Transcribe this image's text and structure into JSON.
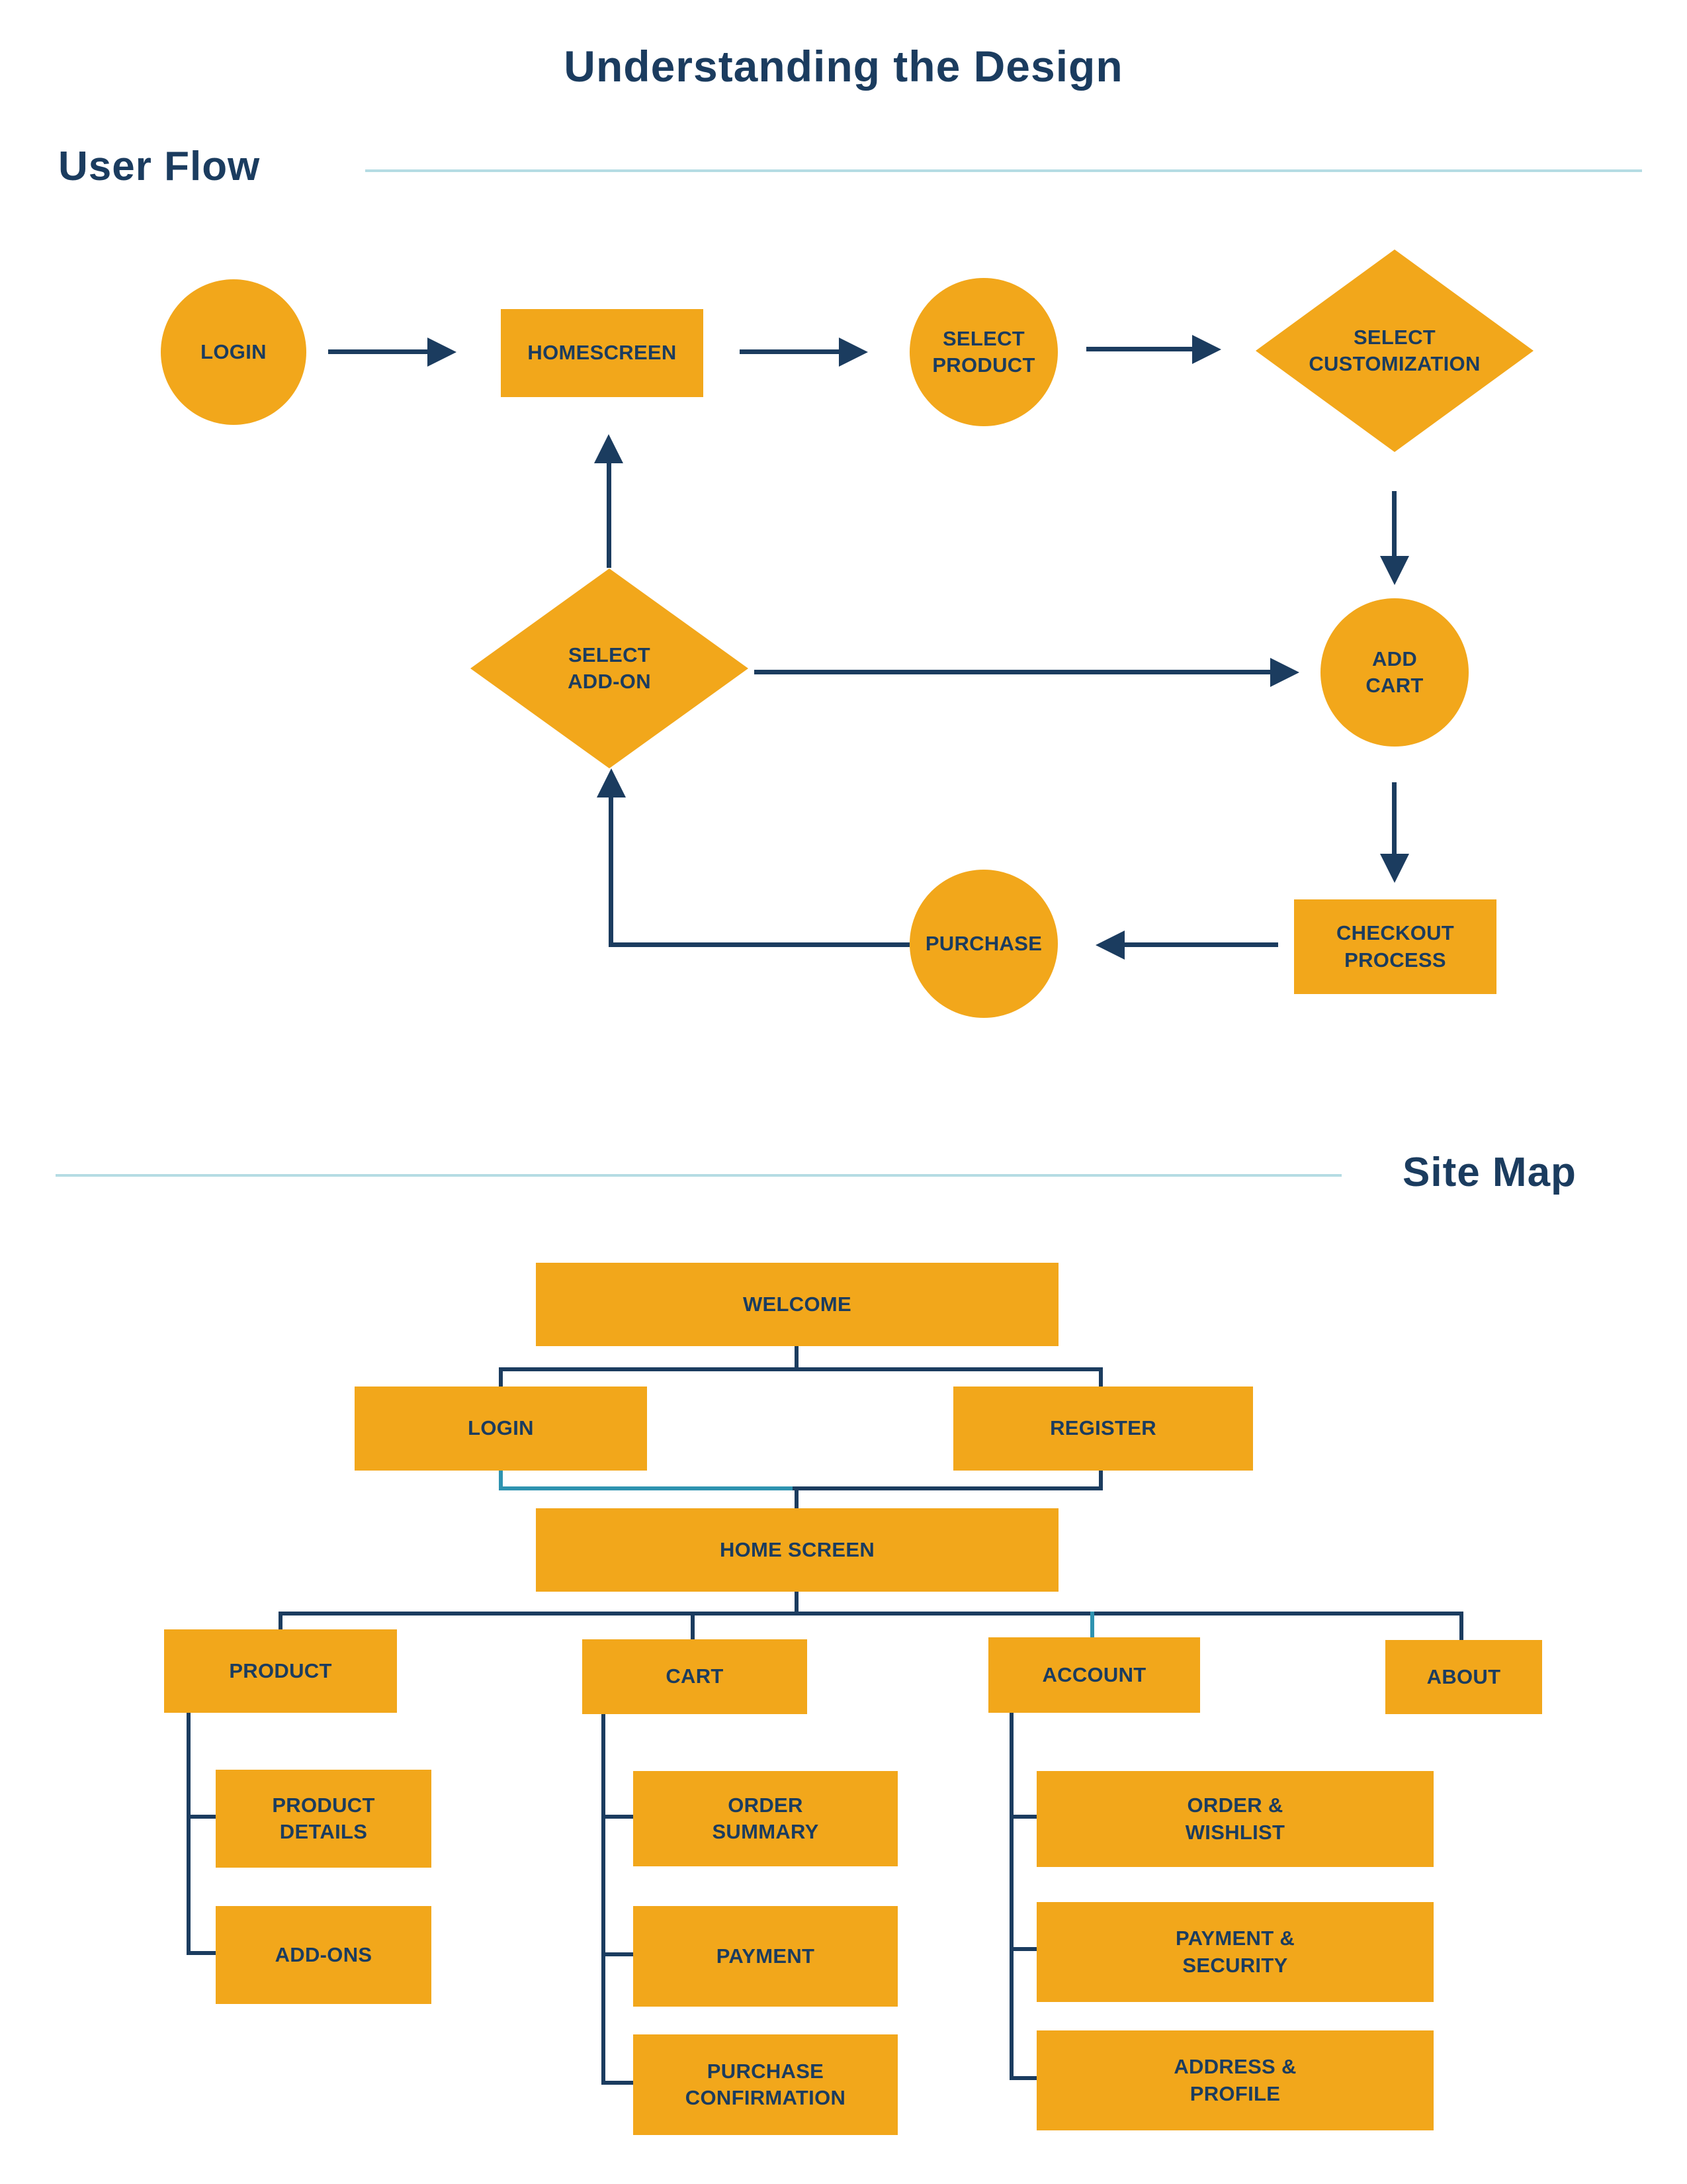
{
  "title": "Understanding the Design",
  "colors": {
    "orange": "#F2A71B",
    "navy": "#1B3C5F",
    "divider": "#B5DCE3",
    "teal": "#2E93B0",
    "background": "#FFFFFF"
  },
  "user_flow": {
    "heading": "User Flow",
    "nodes": {
      "login": {
        "label": "LOGIN",
        "shape": "circle"
      },
      "homescreen": {
        "label": "HOMESCREEN",
        "shape": "rectangle"
      },
      "select_product": {
        "label": "SELECT\nPRODUCT",
        "shape": "circle"
      },
      "select_customization": {
        "label": "SELECT\nCUSTOMIZATION",
        "shape": "diamond"
      },
      "add_cart": {
        "label": "ADD\nCART",
        "shape": "circle"
      },
      "checkout_process": {
        "label": "CHECKOUT\nPROCESS",
        "shape": "rectangle"
      },
      "purchase": {
        "label": "PURCHASE",
        "shape": "circle"
      },
      "select_add_on": {
        "label": "SELECT\nADD-ON",
        "shape": "diamond"
      }
    },
    "edges": [
      {
        "from": "login",
        "to": "homescreen"
      },
      {
        "from": "homescreen",
        "to": "select_product"
      },
      {
        "from": "select_product",
        "to": "select_customization"
      },
      {
        "from": "select_customization",
        "to": "add_cart"
      },
      {
        "from": "add_cart",
        "to": "checkout_process"
      },
      {
        "from": "checkout_process",
        "to": "purchase"
      },
      {
        "from": "purchase",
        "to": "select_add_on"
      },
      {
        "from": "select_add_on",
        "to": "add_cart"
      },
      {
        "from": "select_add_on",
        "to": "homescreen"
      }
    ]
  },
  "site_map": {
    "heading": "Site Map",
    "nodes": {
      "welcome": {
        "label": "WELCOME"
      },
      "login": {
        "label": "LOGIN"
      },
      "register": {
        "label": "REGISTER"
      },
      "home_screen": {
        "label": "HOME SCREEN"
      },
      "product": {
        "label": "PRODUCT"
      },
      "cart": {
        "label": "CART"
      },
      "account": {
        "label": "ACCOUNT"
      },
      "about": {
        "label": "ABOUT"
      },
      "product_details": {
        "label": "PRODUCT\nDETAILS"
      },
      "add_ons": {
        "label": "ADD-ONS"
      },
      "order_summary": {
        "label": "ORDER\nSUMMARY"
      },
      "payment": {
        "label": "PAYMENT"
      },
      "purchase_confirmation": {
        "label": "PURCHASE\nCONFIRMATION"
      },
      "order_wishlist": {
        "label": "ORDER &\nWISHLIST"
      },
      "payment_security": {
        "label": "PAYMENT &\nSECURITY"
      },
      "address_profile": {
        "label": "ADDRESS &\nPROFILE"
      }
    },
    "edges": [
      {
        "from": "welcome",
        "to": "login"
      },
      {
        "from": "welcome",
        "to": "register"
      },
      {
        "from": "login",
        "to": "home_screen"
      },
      {
        "from": "register",
        "to": "home_screen"
      },
      {
        "from": "home_screen",
        "to": "product"
      },
      {
        "from": "home_screen",
        "to": "cart"
      },
      {
        "from": "home_screen",
        "to": "account"
      },
      {
        "from": "home_screen",
        "to": "about"
      },
      {
        "from": "product",
        "to": "product_details"
      },
      {
        "from": "product",
        "to": "add_ons"
      },
      {
        "from": "cart",
        "to": "order_summary"
      },
      {
        "from": "cart",
        "to": "payment"
      },
      {
        "from": "cart",
        "to": "purchase_confirmation"
      },
      {
        "from": "account",
        "to": "order_wishlist"
      },
      {
        "from": "account",
        "to": "payment_security"
      },
      {
        "from": "account",
        "to": "address_profile"
      }
    ]
  }
}
